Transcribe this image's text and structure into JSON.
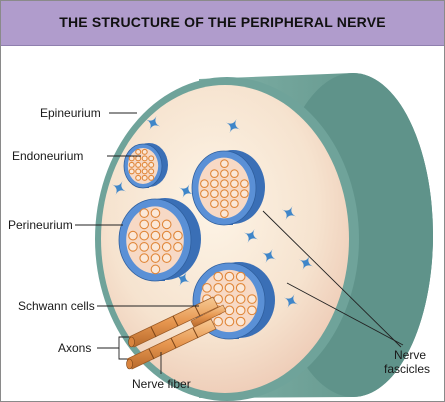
{
  "title": "THE STRUCTURE OF THE PERIPHERAL NERVE",
  "labels": {
    "epineurium": "Epineurium",
    "endoneurium": "Endoneurium",
    "perineurium": "Perineurium",
    "schwann_cells": "Schwann cells",
    "axons": "Axons",
    "nerve_fiber": "Nerve fiber",
    "nerve_fascicles_line1": "Nerve",
    "nerve_fascicles_line2": "fascicles"
  },
  "colors": {
    "banner": "#b09ccc",
    "outer_sheath": "#6fa39a",
    "epineurium_fill": "#f6e3cf",
    "perineurium_blue": "#4f86cf",
    "axon_orange": "#e79a57",
    "star_cell": "#3f86c9"
  }
}
